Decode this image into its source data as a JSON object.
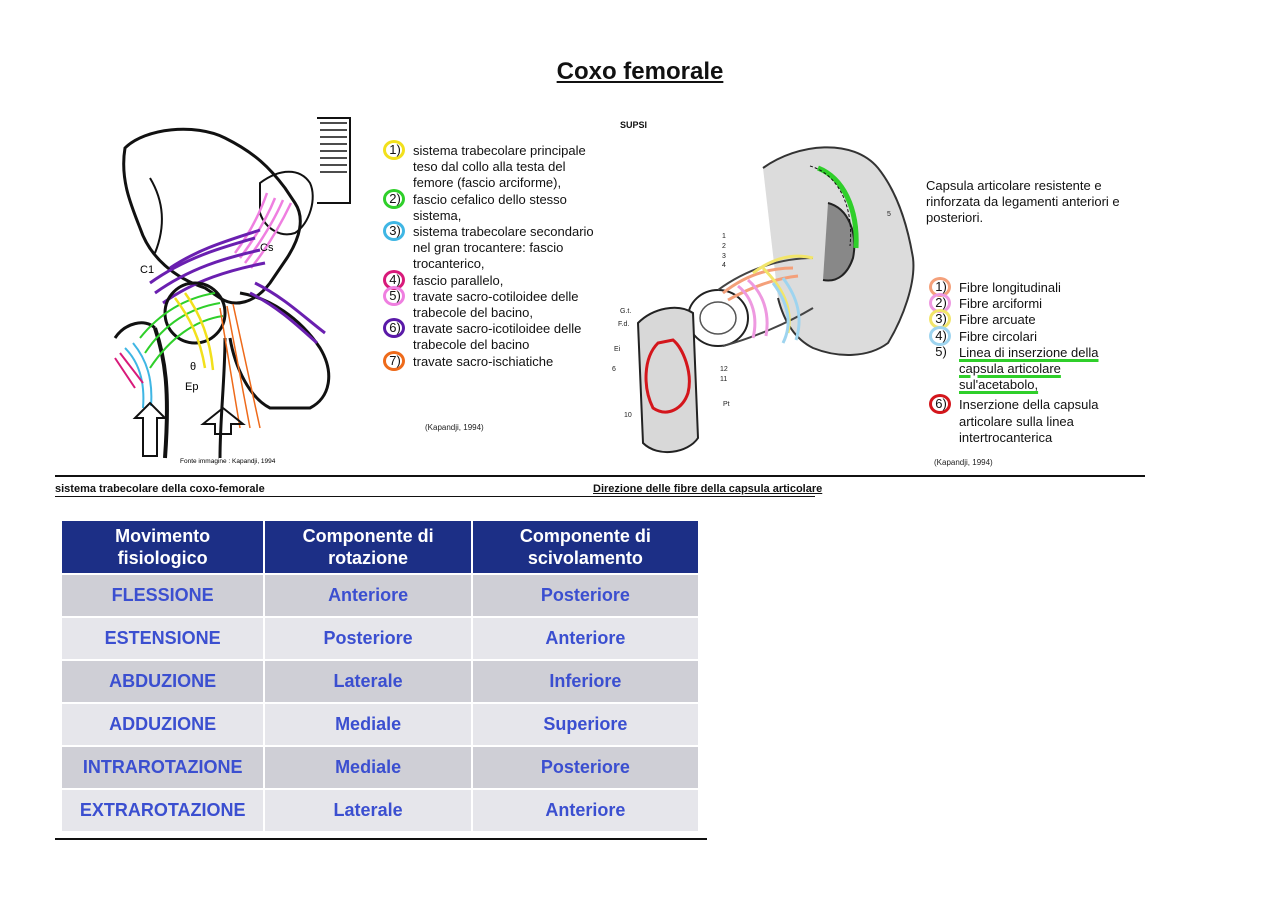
{
  "title": "Coxo femorale",
  "left_figure": {
    "legend": [
      {
        "num": "1)",
        "text": "sistema trabecolare principale teso dal collo alla testa del femore (fascio arciforme),",
        "color": "#f2e01c"
      },
      {
        "num": "2)",
        "text": "fascio cefalico dello stesso sistema,",
        "color": "#2fcf2a"
      },
      {
        "num": "3)",
        "text": "sistema trabecolare secondario nel gran trocantere: fascio trocanterico,",
        "color": "#3fb6e4"
      },
      {
        "num": "4)",
        "text": "fascio parallelo,",
        "color": "#d81a7a"
      },
      {
        "num": "5)",
        "text": "travate sacro-cotiloidee delle trabecole del bacino,",
        "color": "#ef7fe0"
      },
      {
        "num": "6)",
        "text": "travate sacro-icotiloidee delle trabecole del bacino",
        "color": "#5a1aa8"
      },
      {
        "num": "7)",
        "text": "travate sacro-ischiatiche",
        "color": "#ee6a1a"
      }
    ],
    "source_note": "(Kapandji, 1994)",
    "image_credit": "Fonte immagine : Kapandji, 1994",
    "labels": {
      "c1": "C1",
      "cs": "Cs",
      "ep": "Ep",
      "theta": "θ"
    }
  },
  "right_figure": {
    "logo": "SUPSI",
    "description": "Capsula articolare resistente e rinforzata da legamenti anteriori e posteriori.",
    "legend": [
      {
        "num": "1)",
        "text": "Fibre longitudinali",
        "color": "#f4a07a"
      },
      {
        "num": "2)",
        "text": "Fibre arciformi",
        "color": "#ee99e0"
      },
      {
        "num": "3)",
        "text": "Fibre arcuate",
        "color": "#f2e56a"
      },
      {
        "num": "4)",
        "text": "Fibre circolari",
        "color": "#9ed4ef"
      },
      {
        "num": "5)",
        "text": "Linea di inserzione della capsula articolare sul'acetabolo,",
        "color": "#2fcf2a"
      },
      {
        "num": "6)",
        "text": "Inserzione della capsula articolare sulla linea intertrocanterica",
        "color": "#d4161c"
      }
    ],
    "source_note": "(Kapandji, 1994)",
    "labels": {
      "gt": "G.t.",
      "fd": "F.d.",
      "ei": "Ei",
      "six": "6",
      "ten": "10",
      "pt": "Pt",
      "eleven": "11",
      "twelve": "12",
      "five": "5",
      "one": "1",
      "two": "2",
      "three": "3",
      "four": "4"
    }
  },
  "captions": {
    "left": "sistema trabecolare della coxo-femorale",
    "right": "Direzione delle fibre della capsula articolare"
  },
  "table": {
    "headers": [
      "Movimento fisiologico",
      "Componente  di rotazione",
      "Componente di scivolamento"
    ],
    "rows": [
      [
        "FLESSIONE",
        "Anteriore",
        "Posteriore"
      ],
      [
        "ESTENSIONE",
        "Posteriore",
        "Anteriore"
      ],
      [
        "ABDUZIONE",
        "Laterale",
        "Inferiore"
      ],
      [
        "ADDUZIONE",
        "Mediale",
        "Superiore"
      ],
      [
        "INTRAROTAZIONE",
        "Mediale",
        "Posteriore"
      ],
      [
        "EXTRAROTAZIONE",
        "Laterale",
        "Anteriore"
      ]
    ],
    "colors": {
      "header_bg": "#1c2f86",
      "cell_text": "#3b4fd0",
      "row_odd": "#cfcfd6",
      "row_even": "#e6e6eb"
    }
  }
}
